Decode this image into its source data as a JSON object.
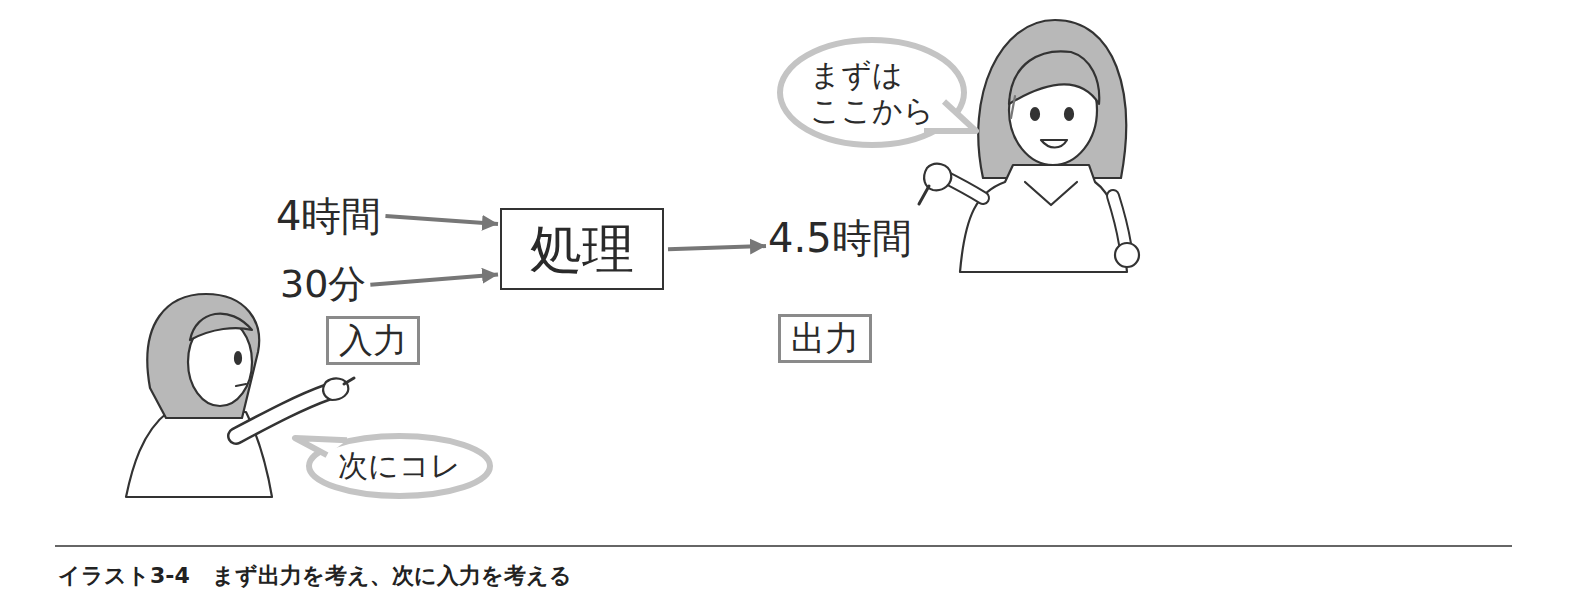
{
  "diagram": {
    "caption": "イラスト3-4　まず出力を考え、次に入力を考える",
    "nodes": [
      {
        "text": [
          "まずは ここから"
        ]
      },
      {
        "text": [
          "4時間"
        ]
      },
      {
        "text": [
          "30分"
        ]
      },
      {
        "text": [
          "処理"
        ]
      },
      {
        "text": [
          "4.5時間"
        ]
      },
      {
        "text": [
          "入力"
        ]
      },
      {
        "text": [
          "出力"
        ]
      },
      {
        "text": [
          "次にコレ"
        ]
      }
    ],
    "edges": [
      {
        "from": 1,
        "to": 3,
        "arrow": "to"
      },
      {
        "from": 2,
        "to": 3,
        "arrow": "to"
      },
      {
        "from": 3,
        "to": 4,
        "arrow": "to"
      }
    ]
  }
}
